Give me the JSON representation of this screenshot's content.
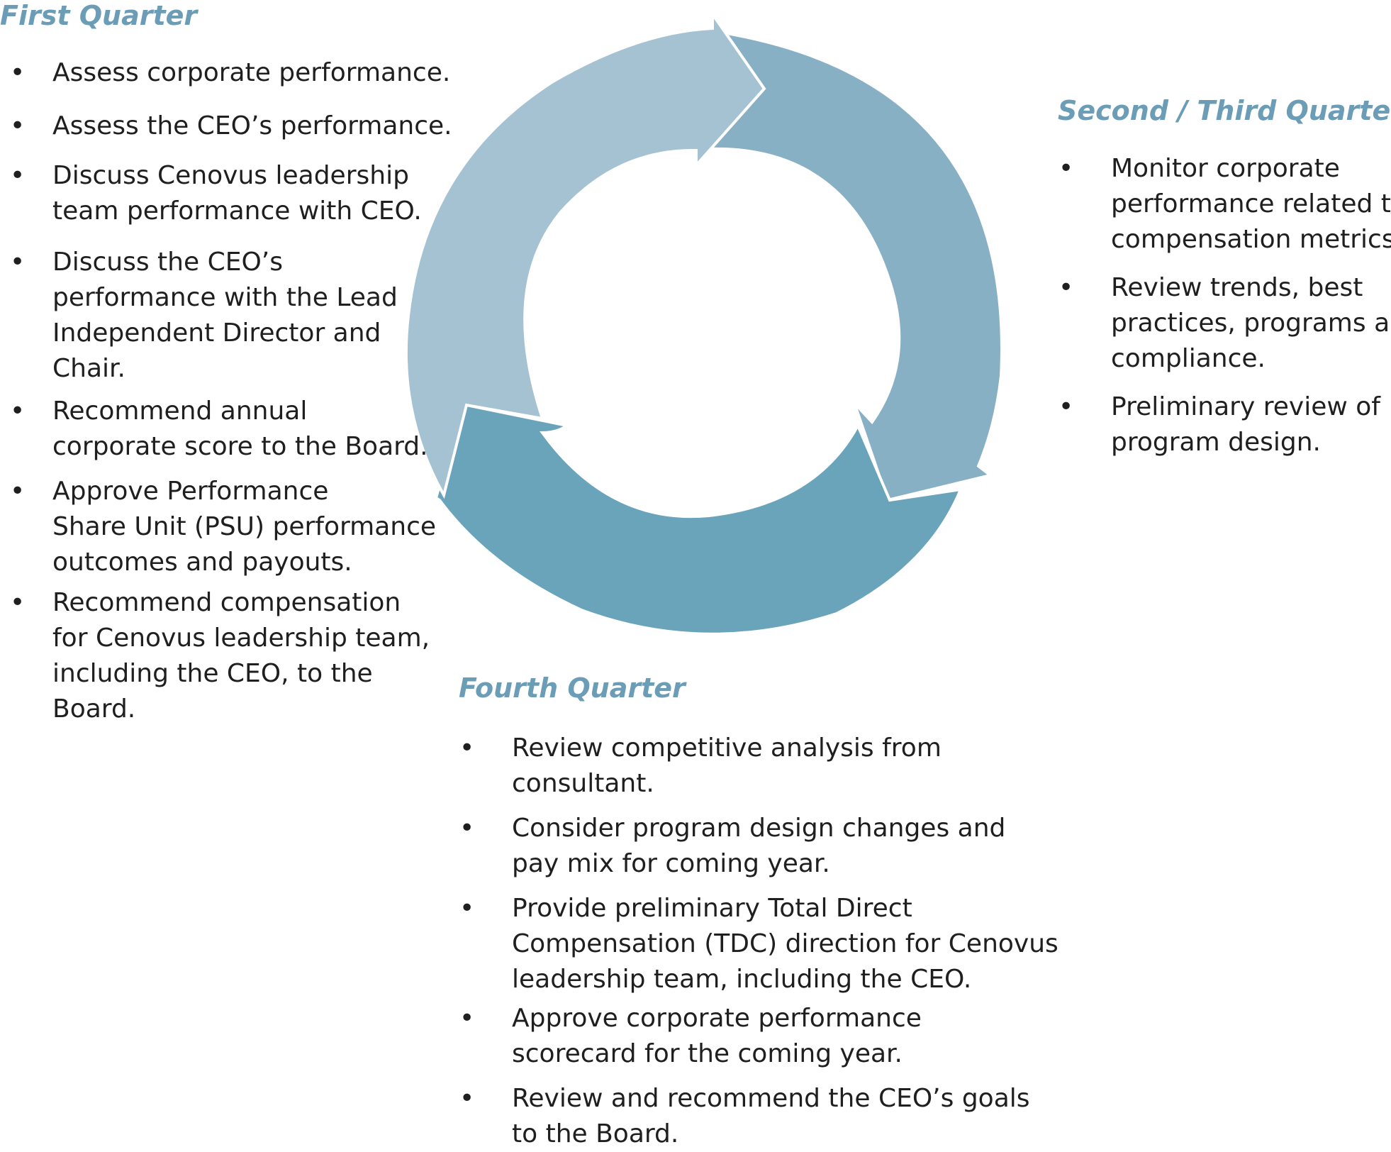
{
  "colors": {
    "heading": "#6c9db6",
    "arrow_top_left": "#a5c2d2",
    "arrow_right": "#88b0c5",
    "arrow_bottom": "#6aa4bb",
    "text": "#1f1f1f"
  },
  "diagram_type": "three-arrow quarterly cycle",
  "first_quarter": {
    "heading": "First Quarter",
    "bullet": "•",
    "items": [
      {
        "lines": [
          "Assess corporate performance."
        ]
      },
      {
        "lines": [
          "Assess the CEO’s performance."
        ]
      },
      {
        "lines": [
          "Discuss Cenovus leadership",
          "team performance with CEO."
        ]
      },
      {
        "lines": [
          "Discuss the CEO’s",
          "performance with the Lead",
          "Independent Director and",
          "Chair."
        ]
      },
      {
        "lines": [
          "Recommend annual",
          "corporate score to the Board."
        ]
      },
      {
        "lines": [
          "Approve Performance",
          "Share Unit (PSU) performance",
          "outcomes and payouts."
        ]
      },
      {
        "lines": [
          "Recommend compensation",
          "for Cenovus leadership team,",
          "including the CEO, to the",
          "Board."
        ]
      }
    ]
  },
  "second_third_quarter": {
    "heading": "Second / Third Quarter",
    "bullet": "•",
    "items": [
      {
        "lines": [
          "Monitor corporate",
          "performance related to",
          "compensation metrics."
        ]
      },
      {
        "lines": [
          "Review trends, best",
          "practices, programs and",
          "compliance."
        ]
      },
      {
        "lines": [
          "Preliminary review of",
          "program design."
        ]
      }
    ]
  },
  "fourth_quarter": {
    "heading": "Fourth Quarter",
    "bullet": "•",
    "items": [
      {
        "lines": [
          "Review competitive analysis from",
          "consultant."
        ]
      },
      {
        "lines": [
          "Consider program design changes and",
          "pay mix for coming year."
        ]
      },
      {
        "lines": [
          "Provide preliminary Total Direct",
          "Compensation (TDC) direction for Cenovus",
          "leadership team, including the CEO."
        ]
      },
      {
        "lines": [
          "Approve corporate performance",
          "scorecard for the coming year."
        ]
      },
      {
        "lines": [
          "Review and recommend the CEO’s goals",
          "to the Board."
        ]
      }
    ]
  }
}
